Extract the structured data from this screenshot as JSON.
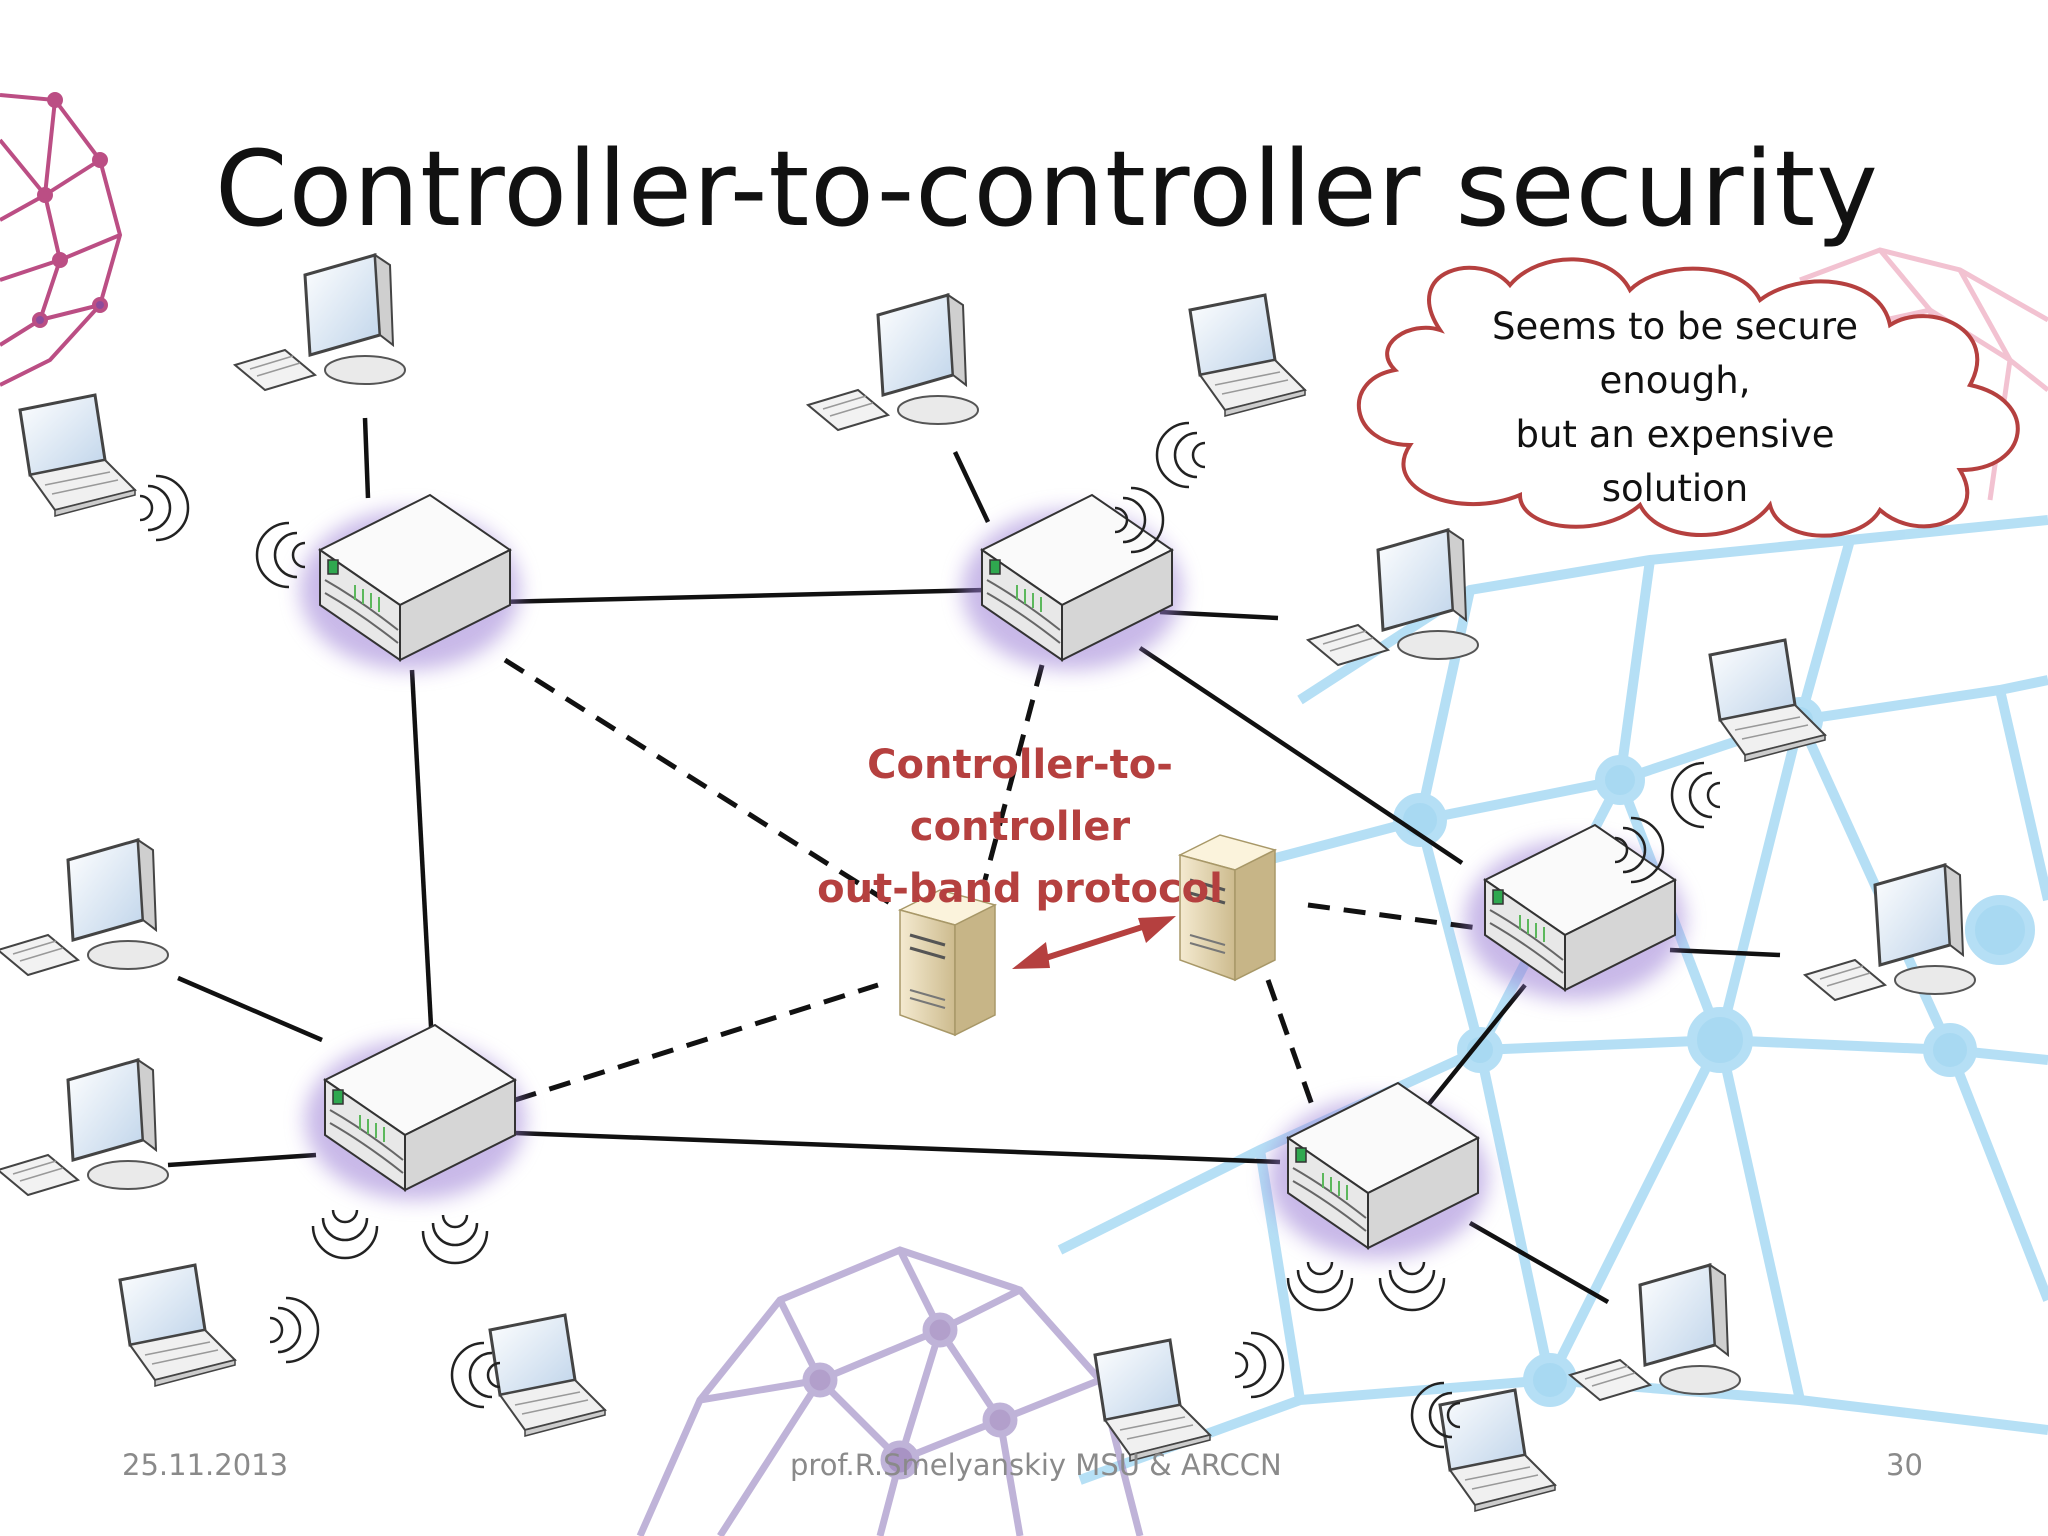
{
  "slide": {
    "title": "Controller-to-controller security",
    "protocol_label": [
      "Controller-to-controller",
      "out-band protocol"
    ],
    "cloud_callout": [
      "Seems to be secure",
      "enough,",
      "but an expensive",
      "solution"
    ]
  },
  "footer": {
    "date": "25.11.2013",
    "author": "prof.R.Smelyanskiy MSU & ARCCN",
    "page_number": "30"
  },
  "colors": {
    "accent_red": "#b5403f",
    "switch_glow": "#9b7fd6",
    "bg_blue": "#7cc6ec",
    "bg_purple": "#8a6db0",
    "bg_magenta": "#b0306f"
  }
}
